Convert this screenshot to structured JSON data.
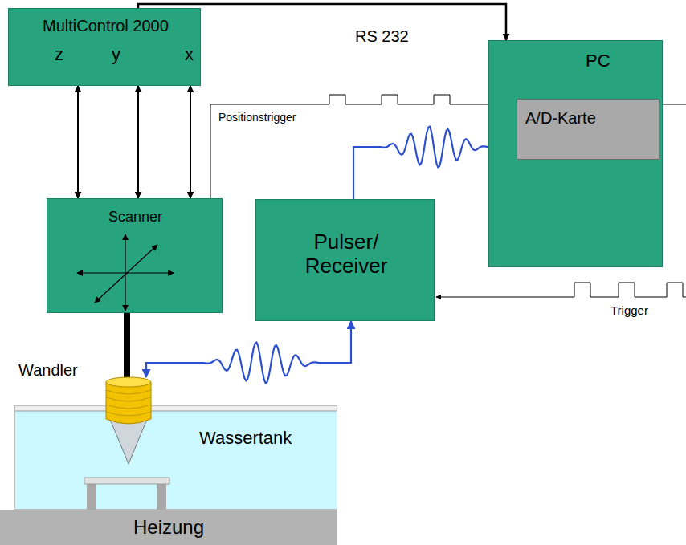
{
  "diagram": {
    "nodes": [
      {
        "text": [
          "MultiControl 2000",
          "z",
          "y",
          "x"
        ]
      },
      {
        "text": [
          "PC"
        ]
      },
      {
        "text": [
          "A/D-Karte"
        ],
        "in": 1
      },
      {
        "text": [
          "Scanner"
        ]
      },
      {
        "text": [
          "Pulser/ Receiver"
        ]
      },
      {
        "text": [
          "Wassertank"
        ]
      },
      {
        "text": [
          "Heizung"
        ]
      },
      {
        "text": [
          "Wandler"
        ]
      }
    ],
    "edges": [
      {
        "from": 0,
        "to": 1,
        "arrow": "to",
        "label": "RS 232"
      },
      {
        "from": 0,
        "to": 3,
        "arrow": "both"
      },
      {
        "from": 0,
        "to": 3,
        "arrow": "both"
      },
      {
        "from": 0,
        "to": 3,
        "arrow": "both"
      },
      {
        "from": 3,
        "to": 2,
        "arrow": "to",
        "label": "Positionstrigger"
      },
      {
        "from": 4,
        "to": 2,
        "arrow": "to"
      },
      {
        "from": 3,
        "to": 7,
        "arrow": "none"
      },
      {
        "from": 7,
        "to": 4,
        "arrow": "both"
      }
    ],
    "labels": [
      "Trigger"
    ]
  }
}
